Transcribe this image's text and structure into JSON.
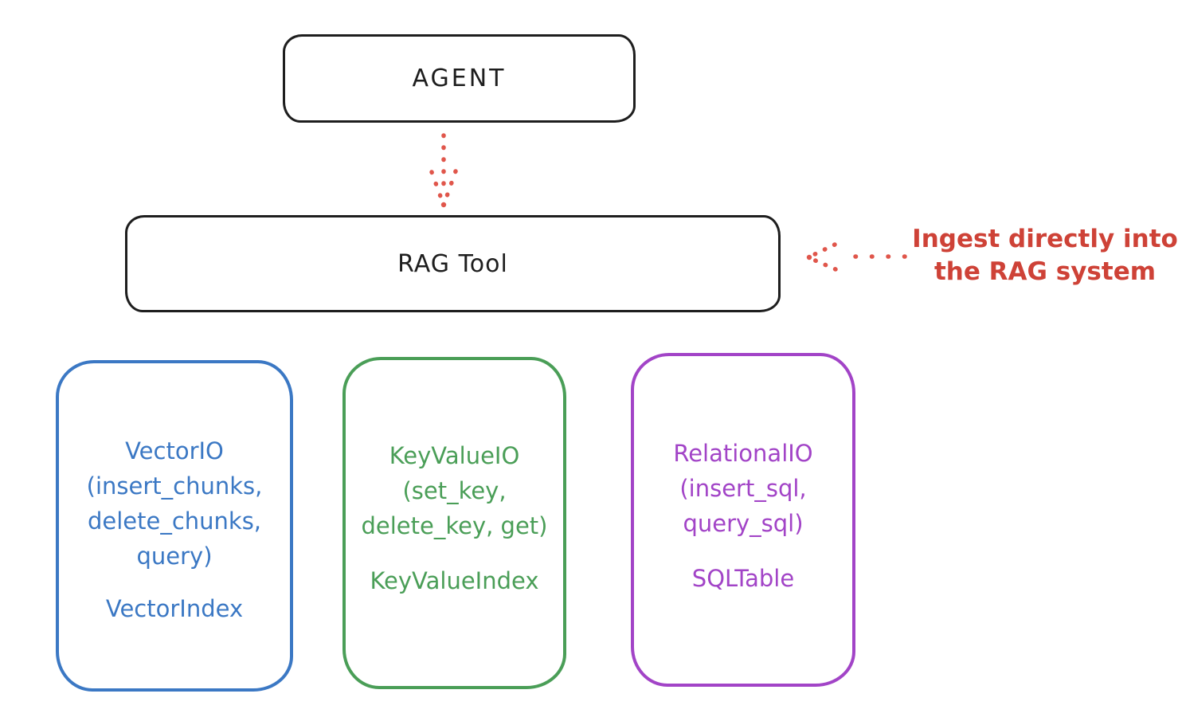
{
  "colors": {
    "background": "#ffffff",
    "ink": "#1e1e1e",
    "blue": "#3b78c4",
    "green": "#4a9e57",
    "purple": "#a244c7",
    "red_text": "#ce4237",
    "red_arrow": "#e0564b"
  },
  "nodes": {
    "agent": {
      "label": "AGENT"
    },
    "rag_tool": {
      "label": "RAG Tool"
    },
    "vector_io": {
      "lines": [
        "VectorIO",
        "(insert_chunks,",
        "delete_chunks,",
        "query)"
      ],
      "index_label": "VectorIndex"
    },
    "key_value_io": {
      "lines": [
        "KeyValueIO",
        "(set_key,",
        "delete_key, get)"
      ],
      "index_label": "KeyValueIndex"
    },
    "relational_io": {
      "lines": [
        "RelationalIO",
        "(insert_sql,",
        "query_sql)"
      ],
      "index_label": "SQLTable"
    }
  },
  "annotation": {
    "lines": [
      "Ingest directly into",
      "the RAG system"
    ]
  }
}
